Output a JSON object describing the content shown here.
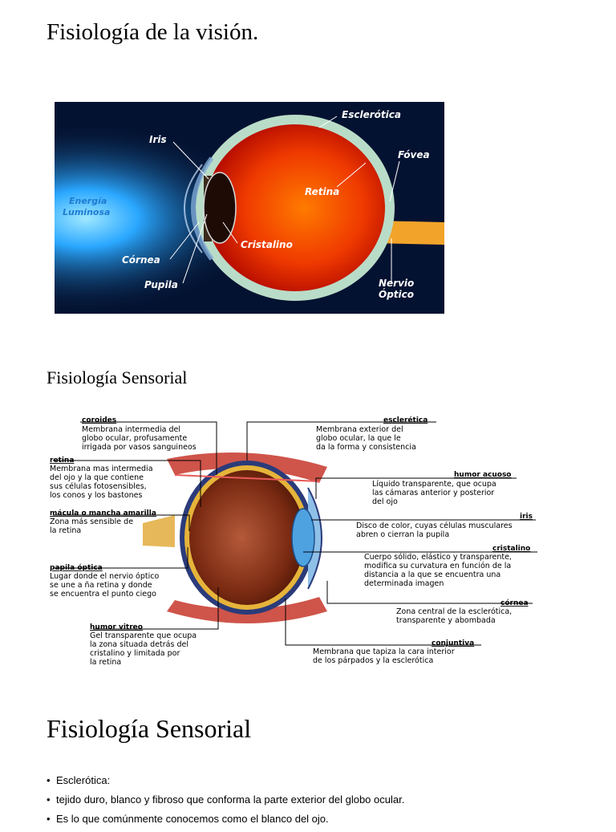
{
  "slide1": {
    "title": "Fisiología de la visión.",
    "labels": {
      "esclerotica": "Esclerótica",
      "iris": "Iris",
      "fovea": "Fóvea",
      "energia1": "Energía",
      "energia2": "Luminosa",
      "retina": "Retina",
      "cristalino": "Cristalino",
      "cornea": "Córnea",
      "pupila": "Pupila",
      "nervio1": "Nervio",
      "nervio2": "Óptico"
    }
  },
  "slide2": {
    "title": "Fisiología Sensorial",
    "annotations": {
      "coroides": {
        "head": "coroides",
        "lines": [
          "Membrana intermedia del",
          "globo ocular, profusamente",
          "irrigada por vasos sanguineos"
        ]
      },
      "retina": {
        "head": "retina",
        "lines": [
          "Membrana mas intermedia",
          "del ojo y la que contiene",
          "sus células fotosensibles,",
          "los conos y los bastones"
        ]
      },
      "macula": {
        "head": "mácula o mancha amarilla",
        "lines": [
          "Zona más sensible de",
          "la retina"
        ]
      },
      "papila": {
        "head": "papila óptica",
        "lines": [
          "Lugar donde el nervio óptico",
          "se une a ña retina y donde",
          "se encuentra el punto ciego"
        ]
      },
      "humor_vitreo": {
        "head": "humor vitreo",
        "lines": [
          "Gel transparente que ocupa",
          "la zona situada detrás del",
          "cristalino y limitada por",
          "la retina"
        ]
      },
      "esclerotica": {
        "head": "esclerética",
        "lines": [
          "Membrana exterior del",
          "globo ocular, la que le",
          "da la forma y consistencia"
        ]
      },
      "humor_acuoso": {
        "head": "humor acuoso",
        "lines": [
          "Líquido transparente, que ocupa",
          "las cámaras anterior y posterior",
          "del ojo"
        ]
      },
      "iris": {
        "head": "iris",
        "lines": [
          "Disco de color, cuyas células musculares",
          "abren o cierran la pupila"
        ]
      },
      "cristalino": {
        "head": "cristalino",
        "lines": [
          "Cuerpo sólido, elástico y transparente,",
          "modifica su curvatura en función de la",
          "distancia a la que se encuentra una",
          "determinada imagen"
        ]
      },
      "cornea": {
        "head": "córnea",
        "lines": [
          "Zona central de la esclerótica,",
          "transparente y abombada"
        ]
      },
      "conjuntiva": {
        "head": "conjuntiva",
        "lines": [
          "Membrana que tapiza la cara interior",
          "de los párpados y la esclerótica"
        ]
      }
    }
  },
  "slide3": {
    "title": "Fisiología Sensorial",
    "bullets": [
      "Esclerótica:",
      "tejido duro, blanco y fibroso que conforma la parte exterior del globo ocular.",
      "Es lo que comúnmente conocemos como el blanco del ojo."
    ]
  }
}
